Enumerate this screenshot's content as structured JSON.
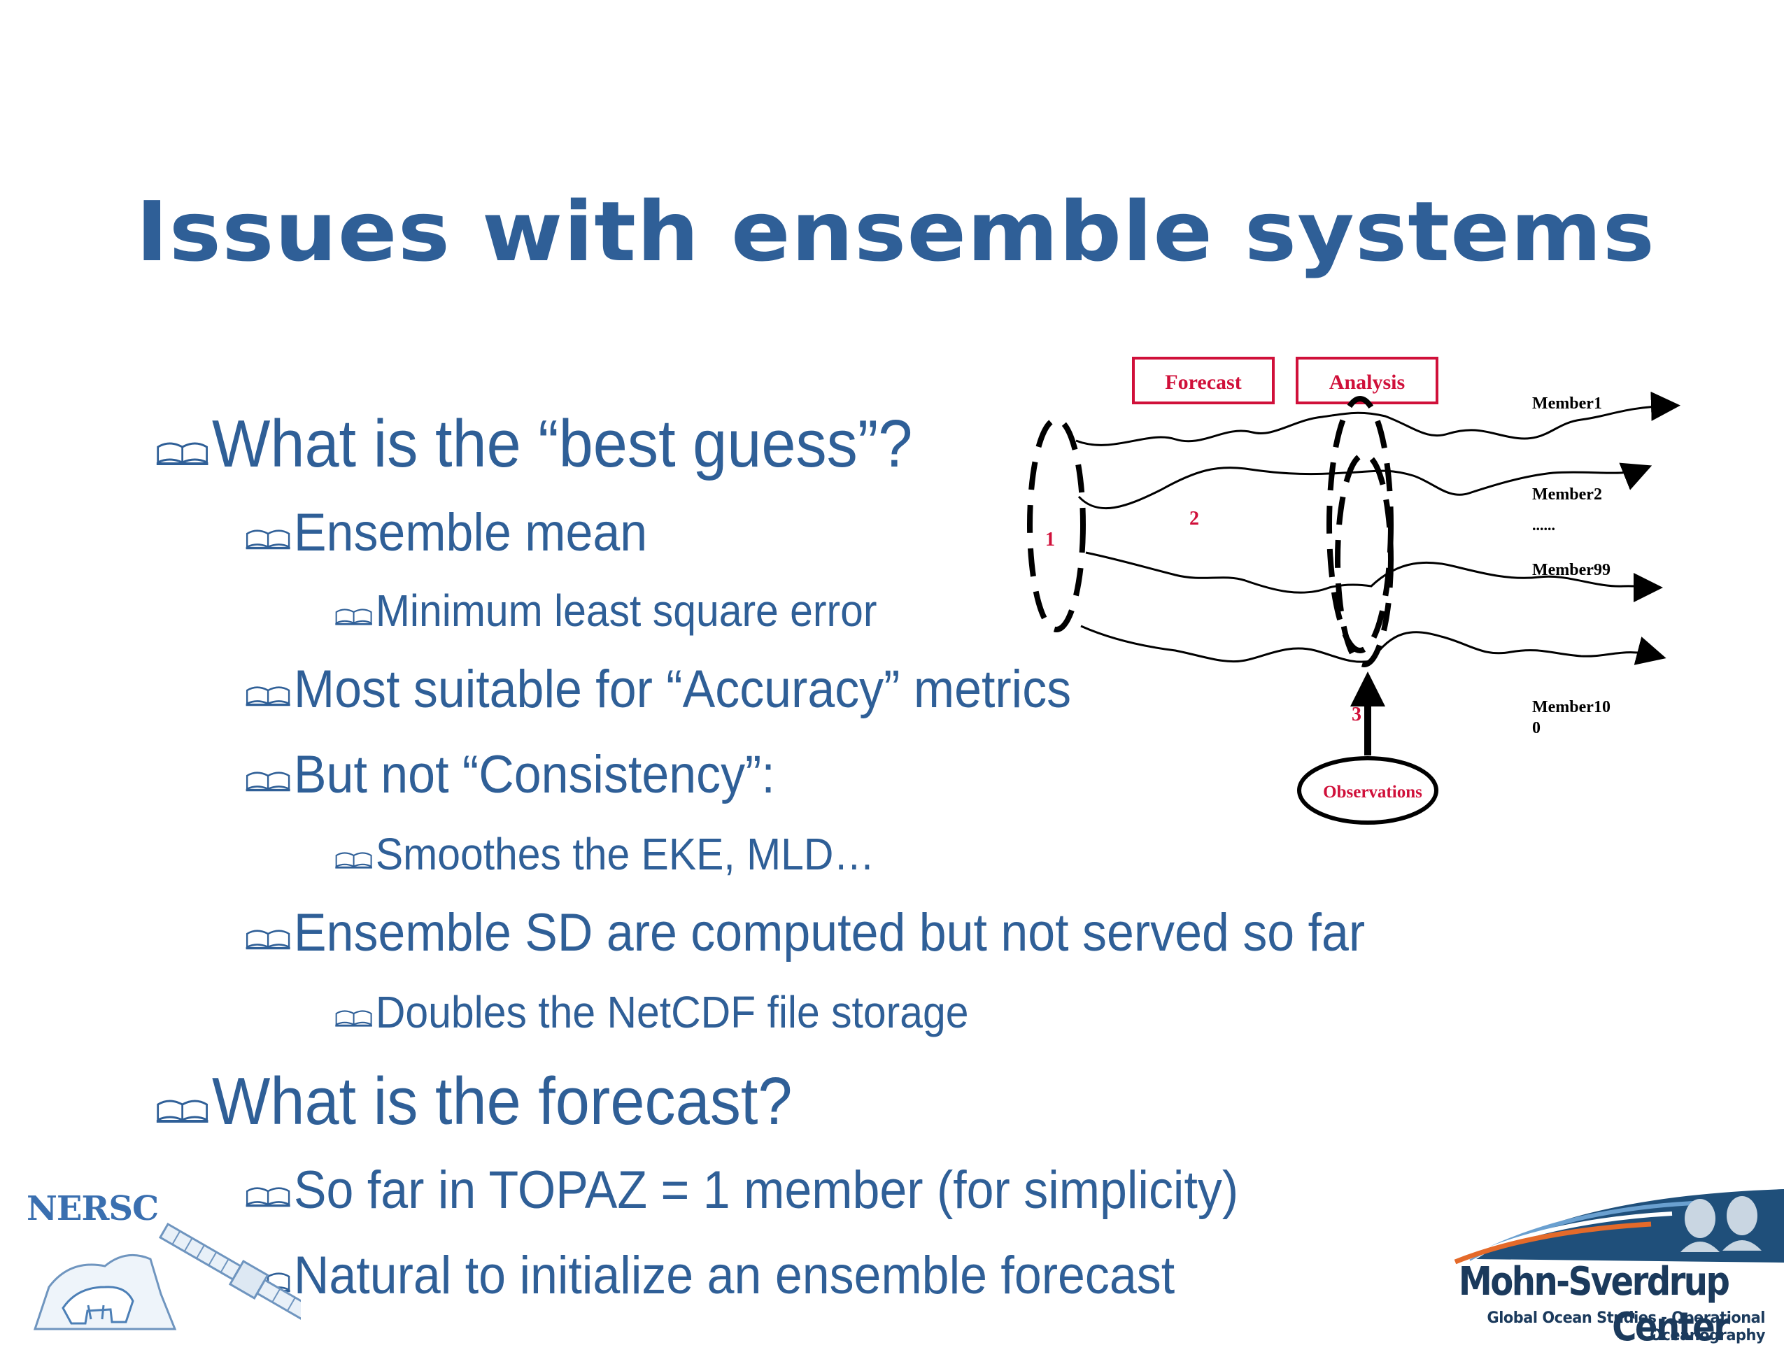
{
  "slide": {
    "title": "Issues with ensemble systems",
    "bullets": [
      {
        "level": 1,
        "text": "What is the “best guess”?"
      },
      {
        "level": 2,
        "text": "Ensemble mean"
      },
      {
        "level": 3,
        "text": "Minimum least square error"
      },
      {
        "level": 2,
        "text": "Most suitable for “Accuracy” metrics"
      },
      {
        "level": 2,
        "text": "But not “Consistency”:"
      },
      {
        "level": 3,
        "text": "Smoothes the EKE, MLD…"
      },
      {
        "level": 2,
        "text": "Ensemble SD are computed but not served so far"
      },
      {
        "level": 3,
        "text": "Doubles the NetCDF file storage"
      },
      {
        "level": 1,
        "text": "What is the forecast?"
      },
      {
        "level": 2,
        "text": "So far in TOPAZ = 1 member (for simplicity)"
      },
      {
        "level": 2,
        "text": "Natural to initialize an ensemble forecast"
      }
    ],
    "bullet_icon": "open-book-icon"
  },
  "diagram": {
    "forecast_label": "Forecast",
    "analysis_label": "Analysis",
    "observations_label": "Observations",
    "members": [
      "Member1",
      "Member2",
      "......",
      "Member99",
      "Member10",
      "0"
    ],
    "step_labels": [
      "1",
      "2",
      "3"
    ],
    "accent_color": "#d0103a"
  },
  "logos": {
    "nersc": "NERSC",
    "msc_name": "Mohn-Sverdrup Center",
    "msc_sub": "Global Ocean Studies - Operational Oceanography"
  }
}
